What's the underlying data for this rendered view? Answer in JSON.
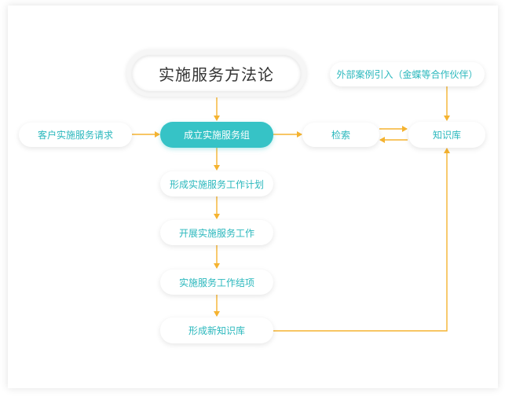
{
  "diagram": {
    "title": "实施服务方法论",
    "nodes": {
      "customer_request": "客户实施服务请求",
      "form_group": "成立实施服务组",
      "search": "检索",
      "knowledge_base": "知识库",
      "external_cases": "外部案例引入（金蝶等合作伙伴）",
      "work_plan": "形成实施服务工作计划",
      "carry_out": "开展实施服务工作",
      "conclusion": "实施服务工作结项",
      "new_knowledge": "形成新知识库"
    },
    "colors": {
      "accent": "#36c3c6",
      "text_accent": "#2bb8bd",
      "arrow": "#f5b330",
      "title_text": "#333333"
    }
  }
}
